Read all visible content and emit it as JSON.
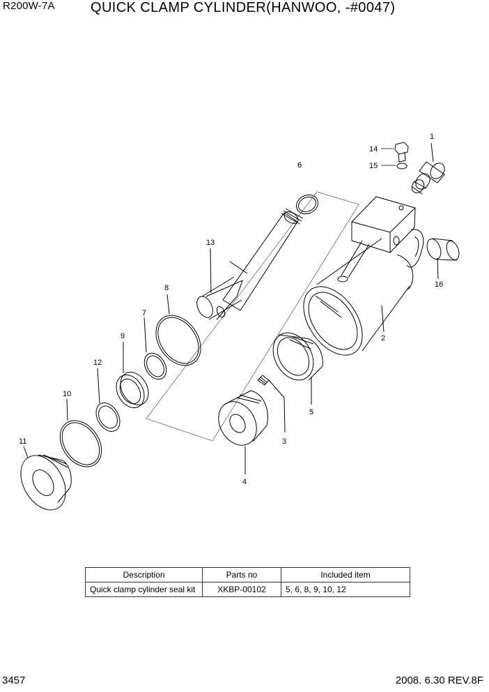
{
  "header": {
    "model": "R200W-7A",
    "title": "QUICK CLAMP CYLINDER(HANWOO, -#0047)"
  },
  "callouts": [
    "1",
    "2",
    "3",
    "4",
    "5",
    "6",
    "7",
    "8",
    "9",
    "10",
    "11",
    "12",
    "13",
    "14",
    "15",
    "16"
  ],
  "kit_table": {
    "headers": [
      "Description",
      "Parts no",
      "Included item"
    ],
    "rows": [
      [
        "Quick clamp cylinder seal kit",
        "XKBP-00102",
        "5, 6, 8, 9, 10, 12"
      ]
    ]
  },
  "footer": {
    "page": "3457",
    "revision": "2008. 6.30  REV.8F"
  }
}
